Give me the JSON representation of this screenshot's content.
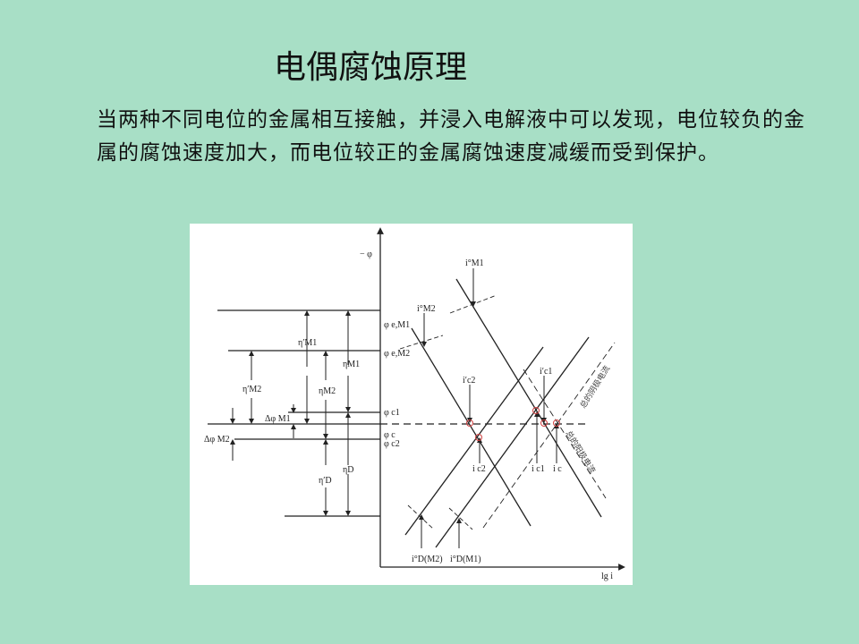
{
  "slide": {
    "title": "电偶腐蚀原理",
    "paragraph": "当两种不同电位的金属相互接触，并浸入电解液中可以发现，电位较负的金属的腐蚀速度加大，而电位较正的金属腐蚀速度减缓而受到保护。"
  },
  "diagram": {
    "y_axis_label": "− φ",
    "x_axis_label": "lg i",
    "potentials": {
      "e_M1": "φ e,M1",
      "e_M2": "φ e,M2",
      "c1": "φ c1",
      "c": "φ c",
      "c2": "φ c2"
    },
    "overpotentials": {
      "eta_M1_prime": "η′M1",
      "eta_M1": "ηM1",
      "eta_M2_prime": "η′M2",
      "eta_M2": "ηM2",
      "eta_D_prime": "η′D",
      "eta_D": "ηD",
      "dphi_M1": "Δφ M1",
      "dphi_M2": "Δφ M2"
    },
    "currents": {
      "i0_M1": "i°M1",
      "i0_M2": "i°M2",
      "ic2_prime": "i′c2",
      "ic1_prime": "i′c1",
      "ic2": "i c2",
      "ic1": "i c1",
      "ic": "i c",
      "i0_D_M2": "i°D(M2)",
      "i0_D_M1": "i°D(M1)"
    },
    "total_cathodic": "总的阴极电流",
    "total_anodic": "总的阳极电流",
    "marker_color": "#d04040"
  }
}
